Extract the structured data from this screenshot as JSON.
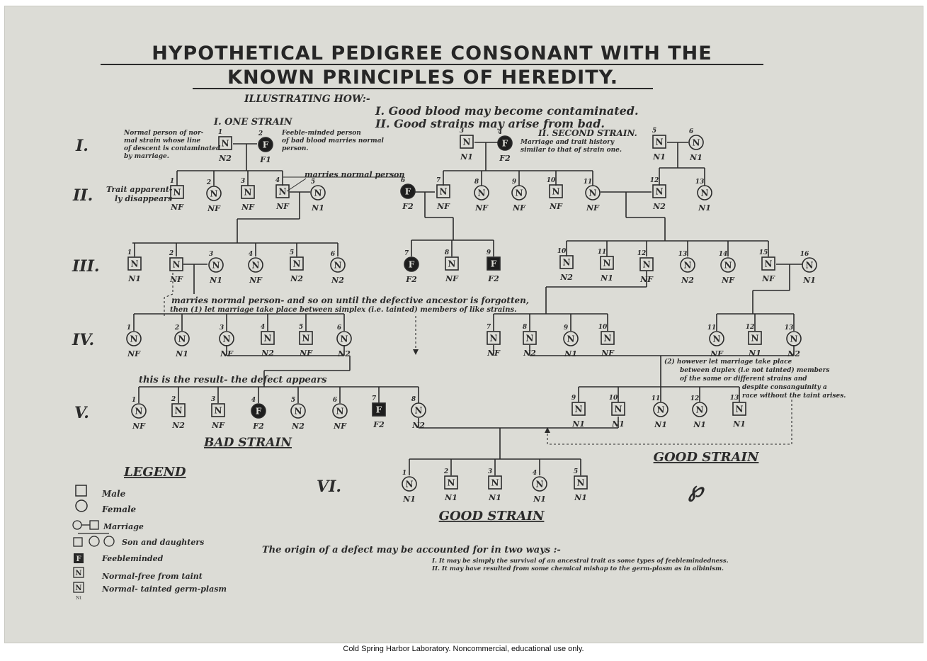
{
  "title_line1": "HYPOTHETICAL PEDIGREE CONSONANT WITH THE",
  "title_line2": "KNOWN PRINCIPLES OF HEREDITY.",
  "illustrating": "ILLUSTRATING HOW:-",
  "point1": "I. Good blood may become contaminated.",
  "point2": "II. Good strains may arise from bad.",
  "strain1": "I. ONE STRAIN",
  "strain2": "II. SECOND STRAIN.",
  "gen_labels": [
    "I.",
    "II.",
    "III.",
    "IV.",
    "V.",
    "VI."
  ],
  "notes": {
    "normal_person_1": "Normal person of nor-",
    "normal_person_2": "mal strain whose line",
    "normal_person_3": "of descent is contaminated",
    "normal_person_4": "by marriage.",
    "feeble_1": "Feeble-minded person",
    "feeble_2": "of bad blood marries normal",
    "feeble_3": "person.",
    "second_1": "Marriage and trait history",
    "second_2": "similar to that of strain one.",
    "trait_1": "Trait apparent-",
    "trait_2": "ly disappears",
    "marries_normal": "marries normal person",
    "iii_1": "marries normal person- and so on until the defective ancestor is forgotten,",
    "iii_2": "then (1) let marriage take place between simplex (i.e. tainted) members of like strains.",
    "however_1": "(2) however let marriage take place",
    "however_2": "between duplex (i.e not tainted) members",
    "however_3": "of the same or different strains and",
    "however_4": "despite consanguinity a",
    "however_5": "race without the taint arises.",
    "result": "this is the result- the defect appears"
  },
  "bad_strain": "BAD STRAIN",
  "good_strain": "GOOD STRAIN",
  "good_strain_vi": "GOOD STRAIN",
  "legend": {
    "title": "LEGEND",
    "male": "Male",
    "female": "Female",
    "marriage": "Marriage",
    "sons": "Son and daughters",
    "feebleminded": "Feebleminded",
    "normal_free": "Normal-free from taint",
    "normal_tainted": "Normal- tainted germ-plasm",
    "f_glyph": "F",
    "n_glyph": "N",
    "tainted_mark": "Nt"
  },
  "origin": {
    "intro": "The origin of a defect may be accounted for in two ways :-",
    "way1": "I. It may be simply the survival of an ancestral trait as some types of feeblemindedness.",
    "way2": "II. It may have resulted from some chemical mishap to the germ-plasm as in albinism."
  },
  "mark": "℘",
  "credit": "Cold Spring Harbor Laboratory. Noncommercial, educational use only.",
  "colors": {
    "paper": "#dcdcd6",
    "ink": "#2b2b2b"
  },
  "nodes": [
    {
      "id": "I-1",
      "gen": "I",
      "num": "1",
      "shape": "square",
      "fill": "open",
      "letter": "N",
      "label": "N2"
    },
    {
      "id": "I-2",
      "gen": "I",
      "num": "2",
      "shape": "circle",
      "fill": "solid",
      "letter": "F",
      "label": "F1"
    },
    {
      "id": "I-3",
      "gen": "I",
      "num": "3",
      "shape": "square",
      "fill": "open",
      "letter": "N",
      "label": "N1"
    },
    {
      "id": "I-4",
      "gen": "I",
      "num": "4",
      "shape": "circle",
      "fill": "solid",
      "letter": "F",
      "label": "F2"
    },
    {
      "id": "I-5",
      "gen": "I",
      "num": "5",
      "shape": "square",
      "fill": "open",
      "letter": "N",
      "label": "N1"
    },
    {
      "id": "I-6",
      "gen": "I",
      "num": "6",
      "shape": "circle",
      "fill": "open",
      "letter": "N",
      "label": "N1"
    },
    {
      "id": "II-1",
      "gen": "II",
      "num": "1",
      "shape": "square",
      "fill": "open",
      "letter": "N",
      "label": "NF"
    },
    {
      "id": "II-2",
      "gen": "II",
      "num": "2",
      "shape": "circle",
      "fill": "open",
      "letter": "N",
      "label": "NF"
    },
    {
      "id": "II-3",
      "gen": "II",
      "num": "3",
      "shape": "square",
      "fill": "open",
      "letter": "N",
      "label": "NF"
    },
    {
      "id": "II-4",
      "gen": "II",
      "num": "4",
      "shape": "square",
      "fill": "open",
      "letter": "N",
      "label": "NF"
    },
    {
      "id": "II-5",
      "gen": "II",
      "num": "5",
      "shape": "circle",
      "fill": "open",
      "letter": "N",
      "label": "N1"
    },
    {
      "id": "II-6",
      "gen": "II",
      "num": "6",
      "shape": "circle",
      "fill": "solid",
      "letter": "F",
      "label": "F2"
    },
    {
      "id": "II-7",
      "gen": "II",
      "num": "7",
      "shape": "square",
      "fill": "open",
      "letter": "N",
      "label": "NF"
    },
    {
      "id": "II-8",
      "gen": "II",
      "num": "8",
      "shape": "circle",
      "fill": "open",
      "letter": "N",
      "label": "NF"
    },
    {
      "id": "II-9",
      "gen": "II",
      "num": "9",
      "shape": "circle",
      "fill": "open",
      "letter": "N",
      "label": "NF"
    },
    {
      "id": "II-10",
      "gen": "II",
      "num": "10",
      "shape": "square",
      "fill": "open",
      "letter": "N",
      "label": "NF"
    },
    {
      "id": "II-11",
      "gen": "II",
      "num": "11",
      "shape": "circle",
      "fill": "open",
      "letter": "N",
      "label": "NF"
    },
    {
      "id": "II-12",
      "gen": "II",
      "num": "12",
      "shape": "square",
      "fill": "open",
      "letter": "N",
      "label": "N2"
    },
    {
      "id": "II-13",
      "gen": "II",
      "num": "13",
      "shape": "circle",
      "fill": "open",
      "letter": "N",
      "label": "N1"
    },
    {
      "id": "III-1",
      "gen": "III",
      "num": "1",
      "shape": "square",
      "fill": "open",
      "letter": "N",
      "label": "N1"
    },
    {
      "id": "III-2",
      "gen": "III",
      "num": "2",
      "shape": "square",
      "fill": "open",
      "letter": "N",
      "label": "NF"
    },
    {
      "id": "III-3",
      "gen": "III",
      "num": "3",
      "shape": "circle",
      "fill": "open",
      "letter": "N",
      "label": "N1"
    },
    {
      "id": "III-4",
      "gen": "III",
      "num": "4",
      "shape": "circle",
      "fill": "open",
      "letter": "N",
      "label": "NF"
    },
    {
      "id": "III-5",
      "gen": "III",
      "num": "5",
      "shape": "square",
      "fill": "open",
      "letter": "N",
      "label": "N2"
    },
    {
      "id": "III-6",
      "gen": "III",
      "num": "6",
      "shape": "circle",
      "fill": "open",
      "letter": "N",
      "label": "N2"
    },
    {
      "id": "III-7",
      "gen": "III",
      "num": "7",
      "shape": "circle",
      "fill": "solid",
      "letter": "F",
      "label": "F2"
    },
    {
      "id": "III-8",
      "gen": "III",
      "num": "8",
      "shape": "square",
      "fill": "open",
      "letter": "N",
      "label": "NF"
    },
    {
      "id": "III-9",
      "gen": "III",
      "num": "9",
      "shape": "square",
      "fill": "solid",
      "letter": "F",
      "label": "F2"
    },
    {
      "id": "III-10",
      "gen": "III",
      "num": "10",
      "shape": "square",
      "fill": "open",
      "letter": "N",
      "label": "N2"
    },
    {
      "id": "III-11",
      "gen": "III",
      "num": "11",
      "shape": "square",
      "fill": "open",
      "letter": "N",
      "label": "N1"
    },
    {
      "id": "III-12",
      "gen": "III",
      "num": "12",
      "shape": "square",
      "fill": "open",
      "letter": "N",
      "label": "NF"
    },
    {
      "id": "III-13",
      "gen": "III",
      "num": "13",
      "shape": "circle",
      "fill": "open",
      "letter": "N",
      "label": "N2"
    },
    {
      "id": "III-14",
      "gen": "III",
      "num": "14",
      "shape": "circle",
      "fill": "open",
      "letter": "N",
      "label": "NF"
    },
    {
      "id": "III-15",
      "gen": "III",
      "num": "15",
      "shape": "square",
      "fill": "open",
      "letter": "N",
      "label": "NF"
    },
    {
      "id": "III-16",
      "gen": "III",
      "num": "16",
      "shape": "circle",
      "fill": "open",
      "letter": "N",
      "label": "N1"
    },
    {
      "id": "IV-1",
      "gen": "IV",
      "num": "1",
      "shape": "circle",
      "fill": "open",
      "letter": "N",
      "label": "NF"
    },
    {
      "id": "IV-2",
      "gen": "IV",
      "num": "2",
      "shape": "circle",
      "fill": "open",
      "letter": "N",
      "label": "N1"
    },
    {
      "id": "IV-3",
      "gen": "IV",
      "num": "3",
      "shape": "circle",
      "fill": "open",
      "letter": "N",
      "label": "NF"
    },
    {
      "id": "IV-4",
      "gen": "IV",
      "num": "4",
      "shape": "square",
      "fill": "open",
      "letter": "N",
      "label": "N2"
    },
    {
      "id": "IV-5",
      "gen": "IV",
      "num": "5",
      "shape": "square",
      "fill": "open",
      "letter": "N",
      "label": "NF"
    },
    {
      "id": "IV-6",
      "gen": "IV",
      "num": "6",
      "shape": "circle",
      "fill": "open",
      "letter": "N",
      "label": "N2"
    },
    {
      "id": "IV-7",
      "gen": "IV",
      "num": "7",
      "shape": "square",
      "fill": "open",
      "letter": "N",
      "label": "NF"
    },
    {
      "id": "IV-8",
      "gen": "IV",
      "num": "8",
      "shape": "square",
      "fill": "open",
      "letter": "N",
      "label": "N2"
    },
    {
      "id": "IV-9",
      "gen": "IV",
      "num": "9",
      "shape": "circle",
      "fill": "open",
      "letter": "N",
      "label": "N1"
    },
    {
      "id": "IV-10",
      "gen": "IV",
      "num": "10",
      "shape": "square",
      "fill": "open",
      "letter": "N",
      "label": "NF"
    },
    {
      "id": "IV-11",
      "gen": "IV",
      "num": "11",
      "shape": "circle",
      "fill": "open",
      "letter": "N",
      "label": "NF"
    },
    {
      "id": "IV-12",
      "gen": "IV",
      "num": "12",
      "shape": "square",
      "fill": "open",
      "letter": "N",
      "label": "N1"
    },
    {
      "id": "IV-13",
      "gen": "IV",
      "num": "13",
      "shape": "circle",
      "fill": "open",
      "letter": "N",
      "label": "N2"
    },
    {
      "id": "V-1",
      "gen": "V",
      "num": "1",
      "shape": "circle",
      "fill": "open",
      "letter": "N",
      "label": "NF"
    },
    {
      "id": "V-2",
      "gen": "V",
      "num": "2",
      "shape": "square",
      "fill": "open",
      "letter": "N",
      "label": "N2"
    },
    {
      "id": "V-3",
      "gen": "V",
      "num": "3",
      "shape": "square",
      "fill": "open",
      "letter": "N",
      "label": "NF"
    },
    {
      "id": "V-4",
      "gen": "V",
      "num": "4",
      "shape": "circle",
      "fill": "solid",
      "letter": "F",
      "label": "F2"
    },
    {
      "id": "V-5",
      "gen": "V",
      "num": "5",
      "shape": "circle",
      "fill": "open",
      "letter": "N",
      "label": "N2"
    },
    {
      "id": "V-6",
      "gen": "V",
      "num": "6",
      "shape": "circle",
      "fill": "open",
      "letter": "N",
      "label": "NF"
    },
    {
      "id": "V-7",
      "gen": "V",
      "num": "7",
      "shape": "square",
      "fill": "solid",
      "letter": "F",
      "label": "F2"
    },
    {
      "id": "V-8",
      "gen": "V",
      "num": "8",
      "shape": "circle",
      "fill": "open",
      "letter": "N",
      "label": "N2"
    },
    {
      "id": "V-9",
      "gen": "V",
      "num": "9",
      "shape": "square",
      "fill": "open",
      "letter": "N",
      "label": "N1"
    },
    {
      "id": "V-10",
      "gen": "V",
      "num": "10",
      "shape": "square",
      "fill": "open",
      "letter": "N",
      "label": "N1"
    },
    {
      "id": "V-11",
      "gen": "V",
      "num": "11",
      "shape": "circle",
      "fill": "open",
      "letter": "N",
      "label": "N1"
    },
    {
      "id": "V-12",
      "gen": "V",
      "num": "12",
      "shape": "circle",
      "fill": "open",
      "letter": "N",
      "label": "N1"
    },
    {
      "id": "V-13",
      "gen": "V",
      "num": "13",
      "shape": "square",
      "fill": "open",
      "letter": "N",
      "label": "N1"
    },
    {
      "id": "VI-1",
      "gen": "VI",
      "num": "1",
      "shape": "circle",
      "fill": "open",
      "letter": "N",
      "label": "N1"
    },
    {
      "id": "VI-2",
      "gen": "VI",
      "num": "2",
      "shape": "square",
      "fill": "open",
      "letter": "N",
      "label": "N1"
    },
    {
      "id": "VI-3",
      "gen": "VI",
      "num": "3",
      "shape": "square",
      "fill": "open",
      "letter": "N",
      "label": "N1"
    },
    {
      "id": "VI-4",
      "gen": "VI",
      "num": "4",
      "shape": "circle",
      "fill": "open",
      "letter": "N",
      "label": "N1"
    },
    {
      "id": "VI-5",
      "gen": "VI",
      "num": "5",
      "shape": "square",
      "fill": "open",
      "letter": "N",
      "label": "N1"
    }
  ]
}
